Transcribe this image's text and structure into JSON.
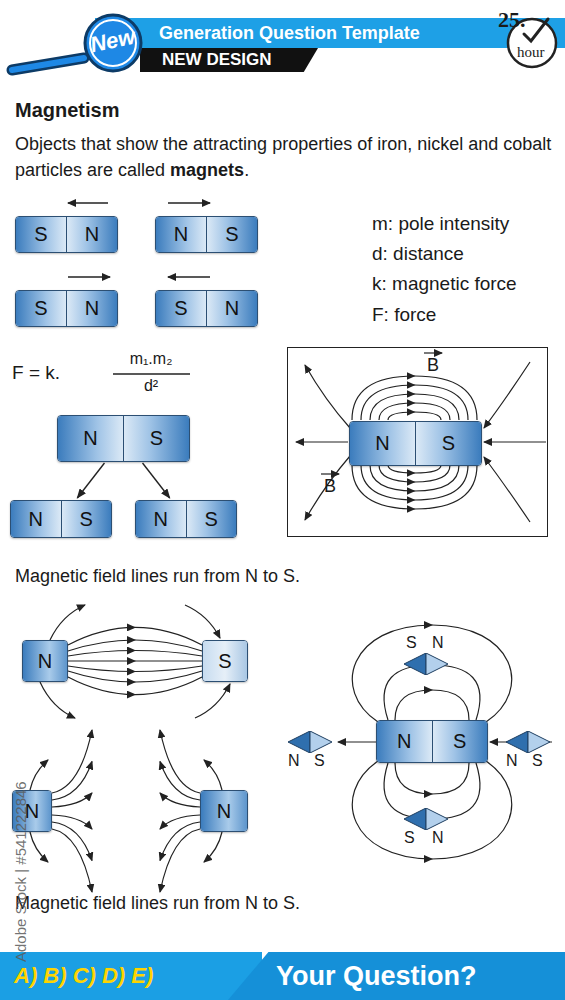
{
  "diagram": {
    "title": "Magnetism",
    "nodes": [
      {
        "text": [
          "New"
        ]
      },
      {
        "text": [
          "Generation Question Template"
        ]
      },
      {
        "text": [
          "NEW DESIGN"
        ]
      },
      {
        "text": [
          "25.",
          "hour"
        ]
      },
      {
        "text": [
          "S",
          "N"
        ]
      },
      {
        "text": [
          "N",
          "S"
        ]
      },
      {
        "text": [
          "S",
          "N"
        ]
      },
      {
        "text": [
          "S",
          "N"
        ]
      },
      {
        "text": [
          "N",
          "S"
        ]
      },
      {
        "text": [
          "B",
          "B"
        ]
      },
      {
        "text": [
          "N",
          "S"
        ],
        "in": 9
      },
      {
        "text": [
          "N",
          "S"
        ]
      },
      {
        "text": [
          "N",
          "S"
        ]
      },
      {
        "text": [
          "N"
        ]
      },
      {
        "text": [
          "S"
        ]
      },
      {
        "text": [
          "S",
          "N"
        ]
      },
      {
        "text": [
          "N",
          "S"
        ]
      },
      {
        "text": [
          "N",
          "S"
        ]
      },
      {
        "text": [
          "N",
          "S"
        ]
      },
      {
        "text": [
          "N"
        ]
      },
      {
        "text": [
          "N"
        ]
      },
      {
        "text": [
          "S",
          "N"
        ]
      },
      {
        "text": [
          "A) B) C) D) E)"
        ]
      },
      {
        "text": [
          "Your Question?"
        ]
      }
    ],
    "edges": [
      {
        "from": 8,
        "to": 11,
        "arrow": "to"
      },
      {
        "from": 8,
        "to": 12,
        "arrow": "to"
      }
    ],
    "labels": [
      "Objects that show the attracting properties of iron, nickel and cobalt particles are called",
      "magnets",
      ".",
      "m: pole intensity",
      "d: distance",
      "k: magnetic force",
      "F: force",
      "F = k.",
      "m₁.m₂",
      "d²",
      "Magnetic field lines run from N to S.",
      "Magnetic field lines run from N to S.",
      "Adobe Stock | #541222846"
    ]
  }
}
